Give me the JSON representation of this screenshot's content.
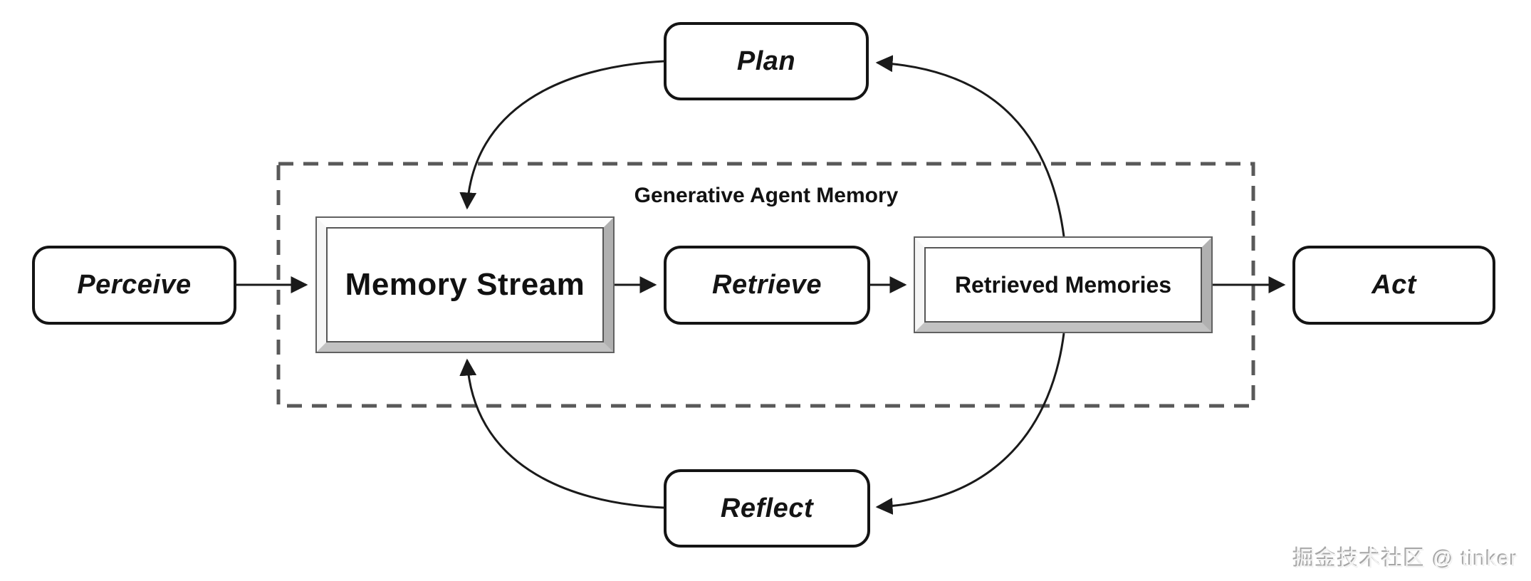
{
  "diagram": {
    "container_label": "Generative Agent Memory",
    "nodes": {
      "perceive": "Perceive",
      "plan": "Plan",
      "memory_stream": "Memory Stream",
      "retrieve": "Retrieve",
      "retrieved_memories": "Retrieved Memories",
      "reflect": "Reflect",
      "act": "Act"
    },
    "edges": [
      {
        "from": "Perceive",
        "to": "Memory Stream",
        "style": "straight"
      },
      {
        "from": "Memory Stream",
        "to": "Retrieve",
        "style": "straight"
      },
      {
        "from": "Retrieve",
        "to": "Retrieved Memories",
        "style": "straight"
      },
      {
        "from": "Retrieved Memories",
        "to": "Act",
        "style": "straight"
      },
      {
        "from": "Plan",
        "to": "Memory Stream",
        "style": "curved"
      },
      {
        "from": "Retrieved Memories",
        "to": "Plan",
        "style": "curved"
      },
      {
        "from": "Retrieved Memories",
        "to": "Reflect",
        "style": "curved"
      },
      {
        "from": "Reflect",
        "to": "Memory Stream",
        "style": "curved"
      }
    ],
    "colors": {
      "stroke": "#1a1a1a",
      "dashed_border": "#595959",
      "bevel_light": "#fdfdfd",
      "bevel_shadow": "#b0b0b0",
      "background": "#ffffff"
    }
  },
  "watermark": "掘金技术社区 @ tinker"
}
